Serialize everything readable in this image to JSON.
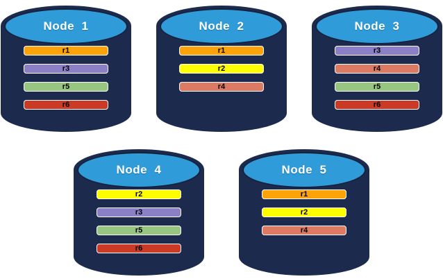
{
  "diagram": {
    "background": "#FFFFFF",
    "cylinder": {
      "body_color": "#1C2B4D",
      "cap_color": "#2F9CD9",
      "cap_border_color": "#16223D",
      "title_color": "#FFFFFF"
    },
    "replica_colors": {
      "r1": "#FBA309",
      "r2": "#FEFE00",
      "r3": "#8B7FC7",
      "r4": "#DC7A63",
      "r5": "#96C67F",
      "r6": "#CA3A25"
    },
    "bar": {
      "border_color": "#FFFFFF",
      "label_color": "#000000"
    },
    "nodes": [
      {
        "label": "Node  1",
        "replicas": [
          "r1",
          "r3",
          "r5",
          "r6"
        ]
      },
      {
        "label": "Node  2",
        "replicas": [
          "r1",
          "r2",
          "r4"
        ]
      },
      {
        "label": "Node  3",
        "replicas": [
          "r3",
          "r4",
          "r5",
          "r6"
        ]
      },
      {
        "label": "Node  4",
        "replicas": [
          "r2",
          "r3",
          "r5",
          "r6"
        ]
      },
      {
        "label": "Node  5",
        "replicas": [
          "r1",
          "r2",
          "r4"
        ]
      }
    ],
    "rows": [
      [
        0,
        1,
        2
      ],
      [
        3,
        4
      ]
    ]
  }
}
